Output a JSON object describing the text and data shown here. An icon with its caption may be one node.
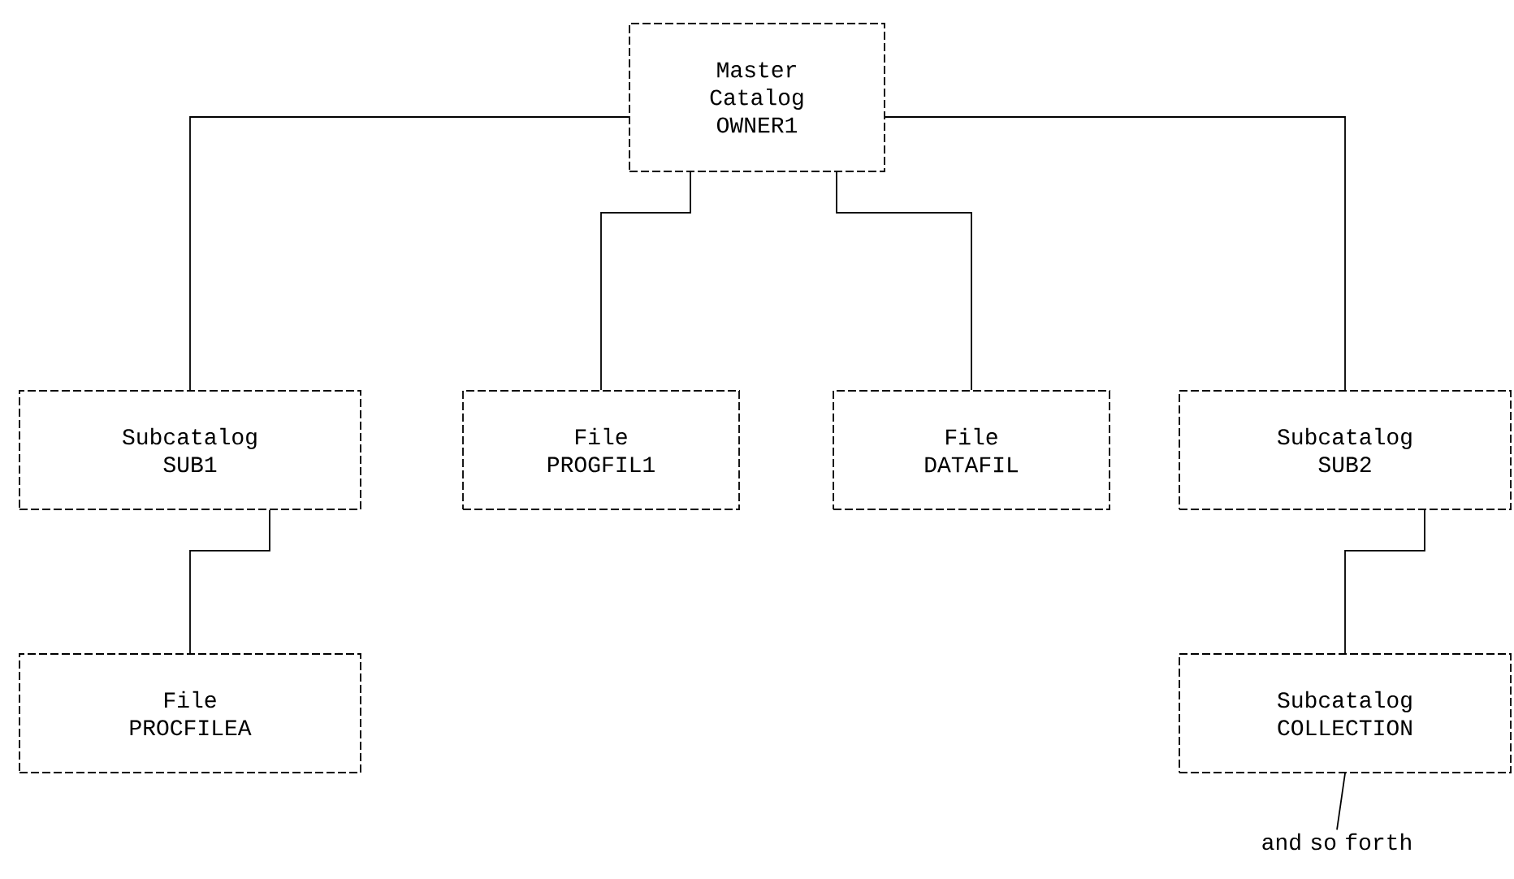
{
  "diagram": {
    "nodes": [
      {
        "text": [
          "Master Catalog",
          "OWNER1"
        ]
      },
      {
        "text": [
          "Subcatalog",
          "SUB1"
        ]
      },
      {
        "text": [
          "File",
          "PROGFIL1"
        ]
      },
      {
        "text": [
          "File",
          "DATAFIL"
        ]
      },
      {
        "text": [
          "Subcatalog",
          "SUB2"
        ]
      },
      {
        "text": [
          "File",
          "PROCFILEA"
        ]
      },
      {
        "text": [
          "Subcatalog",
          "COLLECTION"
        ]
      },
      {
        "text": [
          "and so forth"
        ]
      }
    ],
    "edges": [
      {
        "from": 0,
        "to": 1,
        "arrow": "none"
      },
      {
        "from": 0,
        "to": 2,
        "arrow": "none"
      },
      {
        "from": 0,
        "to": 3,
        "arrow": "none"
      },
      {
        "from": 0,
        "to": 4,
        "arrow": "none"
      },
      {
        "from": 1,
        "to": 5,
        "arrow": "none"
      },
      {
        "from": 4,
        "to": 6,
        "arrow": "none"
      },
      {
        "from": 6,
        "to": 7,
        "arrow": "none"
      }
    ]
  }
}
